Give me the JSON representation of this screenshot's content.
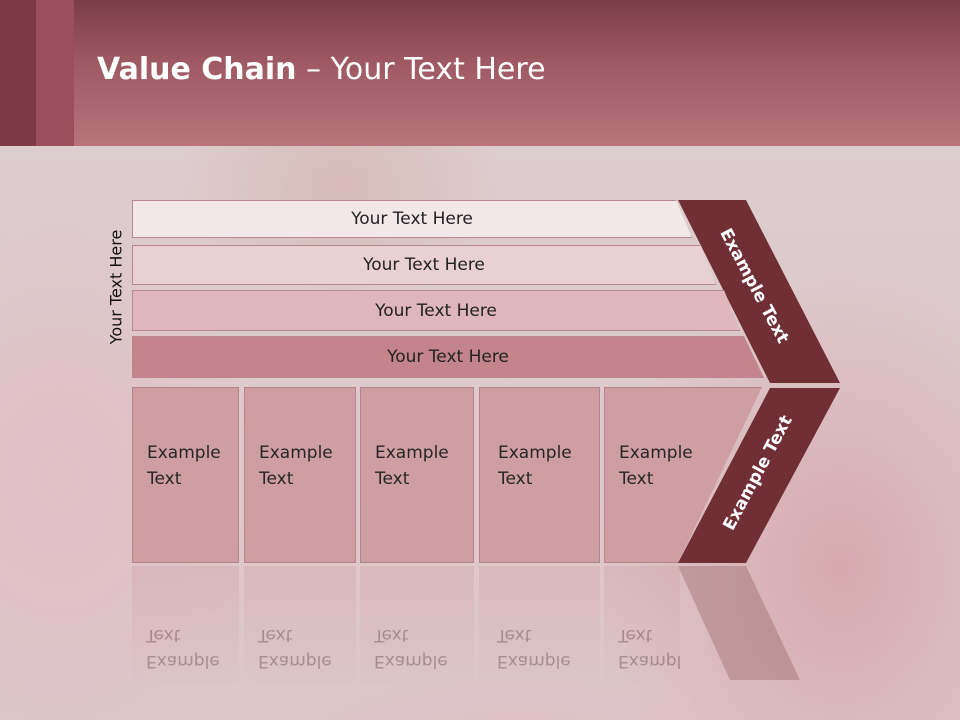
{
  "slide": {
    "title_bold": "Value Chain",
    "title_rest": " – Your Text Here"
  },
  "bands": [
    {
      "label": "Your Text Here",
      "fill": "#f3e8e9"
    },
    {
      "label": "Your Text Here",
      "fill": "#e9d0d3"
    },
    {
      "label": "Your Text Here",
      "fill": "#dfb6bb"
    },
    {
      "label": "Your Text Here",
      "fill": "#c4848c"
    }
  ],
  "vertical_label": "Your Text Here",
  "cells": [
    {
      "line1": "Example",
      "line2": "Text"
    },
    {
      "line1": "Example",
      "line2": "Text"
    },
    {
      "line1": "Example",
      "line2": "Text"
    },
    {
      "line1": "Example",
      "line2": "Text"
    },
    {
      "line1": "Example",
      "line2": "Text"
    }
  ],
  "chevron": {
    "upper_label": "Example Text",
    "lower_label": "Example Text",
    "color": "#6f2f35"
  },
  "colors": {
    "header": "#a05a64",
    "cell_fill": "#cf9ea2"
  }
}
